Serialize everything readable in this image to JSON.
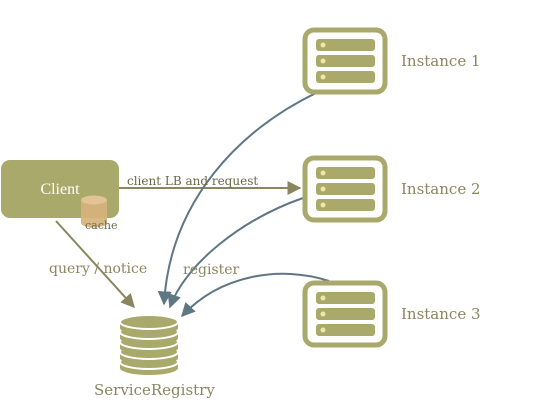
{
  "diagram": {
    "client": {
      "label": "Client",
      "cache_label": "cache"
    },
    "instances": [
      {
        "label": "Instance 1"
      },
      {
        "label": "Instance 2"
      },
      {
        "label": "Instance 3"
      }
    ],
    "registry": {
      "label": "ServiceRegistry"
    },
    "edges": {
      "client_lb": "client LB and request",
      "query_notice": "query / notice",
      "register": "register"
    },
    "colors": {
      "node_fill": "#a9a96c",
      "cache_fill": "#d6b27c",
      "arrow_olive": "#8a8660",
      "arrow_slate": "#5f7785",
      "text": "#8a8660"
    }
  }
}
